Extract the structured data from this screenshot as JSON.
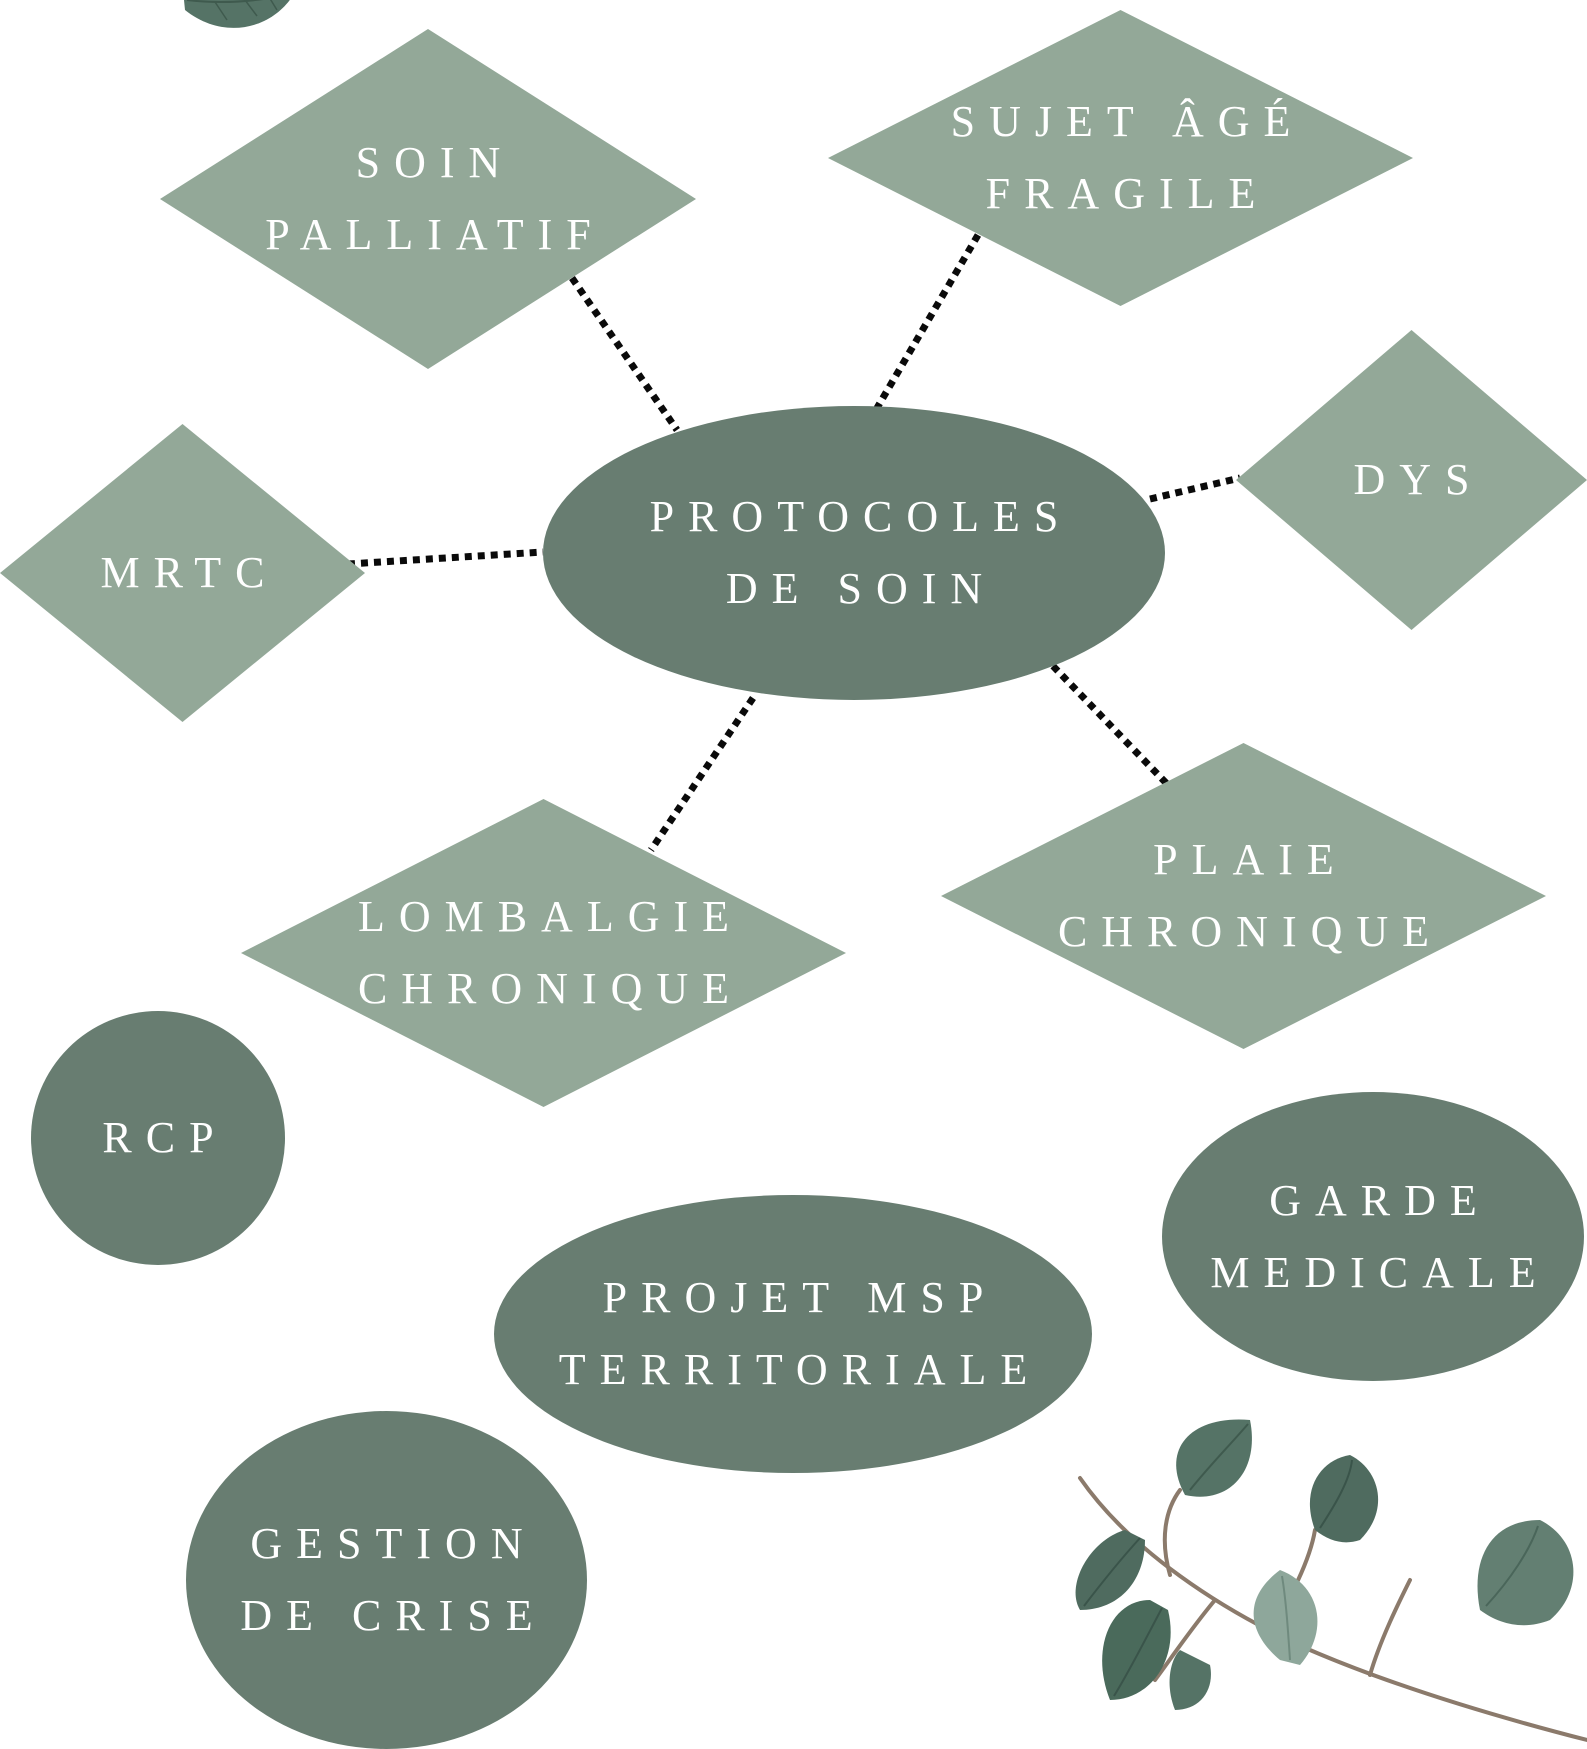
{
  "colors": {
    "diamond": "#93a898",
    "ellipse": "#687d71",
    "link": "#0a0a0a",
    "leaf": "#557366",
    "branch": "#8b7a6b"
  },
  "center": {
    "id": "center",
    "line1": "PROTOCOLES",
    "line2": "DE SOIN"
  },
  "protocols": [
    {
      "id": "palliatif",
      "line1": "SOIN",
      "line2": "PALLIATIF"
    },
    {
      "id": "sujet",
      "line1": "SUJET ÂGÉ",
      "line2": "FRAGILE"
    },
    {
      "id": "dys",
      "line1": "DYS",
      "line2": ""
    },
    {
      "id": "mrtc",
      "line1": "MRTC",
      "line2": ""
    },
    {
      "id": "lombalgie",
      "line1": "LOMBALGIE",
      "line2": "CHRONIQUE"
    },
    {
      "id": "plaie",
      "line1": "PLAIE",
      "line2": "CHRONIQUE"
    }
  ],
  "other_topics": [
    {
      "id": "rcp",
      "line1": "RCP",
      "line2": ""
    },
    {
      "id": "garde",
      "line1": "GARDE",
      "line2": "MEDICALE"
    },
    {
      "id": "projet",
      "line1": "PROJET MSP",
      "line2": "TERRITORIALE"
    },
    {
      "id": "gestion",
      "line1": "GESTION",
      "line2": "DE CRISE"
    }
  ],
  "decorations": [
    "leaf-icon",
    "branch-icon"
  ]
}
